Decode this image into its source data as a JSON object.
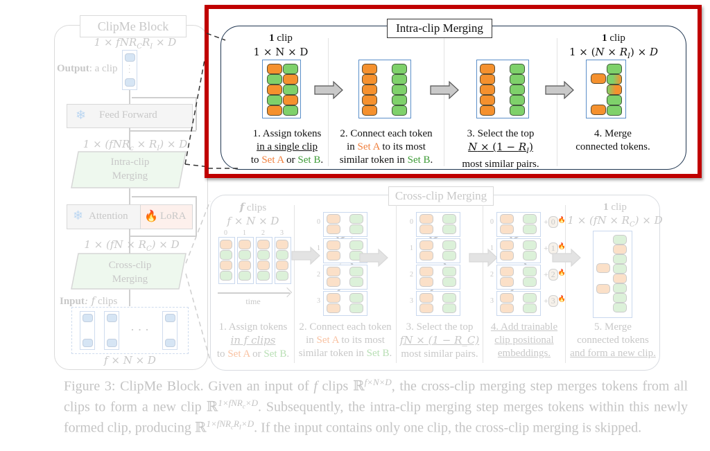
{
  "figure": {
    "caption": {
      "label": "Figure 3:",
      "title": "ClipMe Block.",
      "part1": "Given an input of",
      "f": "f",
      "part2": "clips",
      "R1": "ℝ",
      "sup1": "f×N×D",
      "part3": ", the cross-clip merging step merges tokens from all clips to form a new clip",
      "sup2": "1×fNR",
      "sup2b": "c",
      "sup2c": "×D",
      "part4": ". Subsequently, the intra-clip merging step merges tokens within this newly formed clip, producing",
      "sup3": "1×fNR",
      "sup3b": "c",
      "sup3c": "R",
      "sup3d": "I",
      "sup3e": "×D",
      "part5": ". If the input contains only one clip, the cross-clip merging is skipped."
    }
  },
  "clipme_block": {
    "title": "ClipMe Block",
    "output_dim": "1 × fNR_C R_I × D",
    "output_label_bold": "Output",
    "output_label_rest": ": a clip",
    "feed_forward": "Feed Forward",
    "dim_after_intra": "1 × (fNR_c × R_I) × D",
    "intra_clip": [
      "Intra-clip",
      "Merging"
    ],
    "attention": "Attention",
    "lora": "LoRA",
    "dim_after_cross": "1 × (fN × R_C) × D",
    "cross_clip": [
      "Cross-clip",
      "Merging"
    ],
    "input_label_bold": "Input",
    "input_label_rest": ": f clips",
    "ellipsis": "· · ·",
    "input_dim": "f × N × D"
  },
  "intra_clip_merging": {
    "title": "Intra-clip Merging",
    "input_header_bold": "1",
    "input_header": "clip",
    "input_dim": "1 × N × D",
    "output_header_bold": "1",
    "output_header": "clip",
    "output_dim": "1 × (N × R_I) × D",
    "steps": [
      {
        "l1": "1. Assign tokens",
        "l2": "in a single clip",
        "l3a": "to ",
        "setA": "Set A",
        "l3b": " or ",
        "setB": "Set B",
        "l3c": "."
      },
      {
        "l1": "2. Connect each token",
        "l2a": "in ",
        "setA": "Set A",
        "l2b": " to its most",
        "l3a": "similar token in ",
        "setB": "Set B",
        "l3c": "."
      },
      {
        "l1": "3. Select the top",
        "l2": "N × (1 − R_I)",
        "l3": "most similar pairs."
      },
      {
        "l1": "4. Merge",
        "l2": "connected tokens."
      }
    ]
  },
  "cross_clip_merging": {
    "title": "Cross-clip Merging",
    "input_header_bold": "f",
    "input_header": "clips",
    "input_dim": "f × N × D",
    "clip_indices": [
      "0",
      "1",
      "2",
      "3"
    ],
    "time_label": "time",
    "pos_embeddings": [
      "0",
      "1",
      "2",
      "3"
    ],
    "output_header_bold": "1",
    "output_header": "clip",
    "output_dim": "1 × (fN × R_C) × D",
    "steps": [
      {
        "l1": "1. Assign tokens",
        "l2": "in f clips",
        "l3a": "to ",
        "setA": "Set A",
        "l3b": " or ",
        "setB": "Set B",
        "l3c": "."
      },
      {
        "l1": "2. Connect each token",
        "l2a": "in ",
        "setA": "Set A",
        "l2b": " to its most",
        "l3a": "similar token in ",
        "setB": "Set B",
        "l3c": "."
      },
      {
        "l1": "3. Select the top",
        "l2": "fN × (1 − R_C)",
        "l3": "most similar pairs."
      },
      {
        "l1": "4. Add trainable",
        "l2": "clip positional",
        "l3": "embeddings."
      },
      {
        "l1": "5. Merge",
        "l2": "connected tokens",
        "l3": "and form a new clip."
      }
    ]
  },
  "colors": {
    "highlight_frame": "#c00000",
    "set_a": "#f07f3c",
    "set_b": "#3d9b36",
    "token_orange": "#f5912e",
    "token_green": "#7fd16b",
    "clip_border": "#5b8fc9"
  },
  "icons": {
    "frozen": "snowflake-icon",
    "trainable": "flame-icon"
  }
}
